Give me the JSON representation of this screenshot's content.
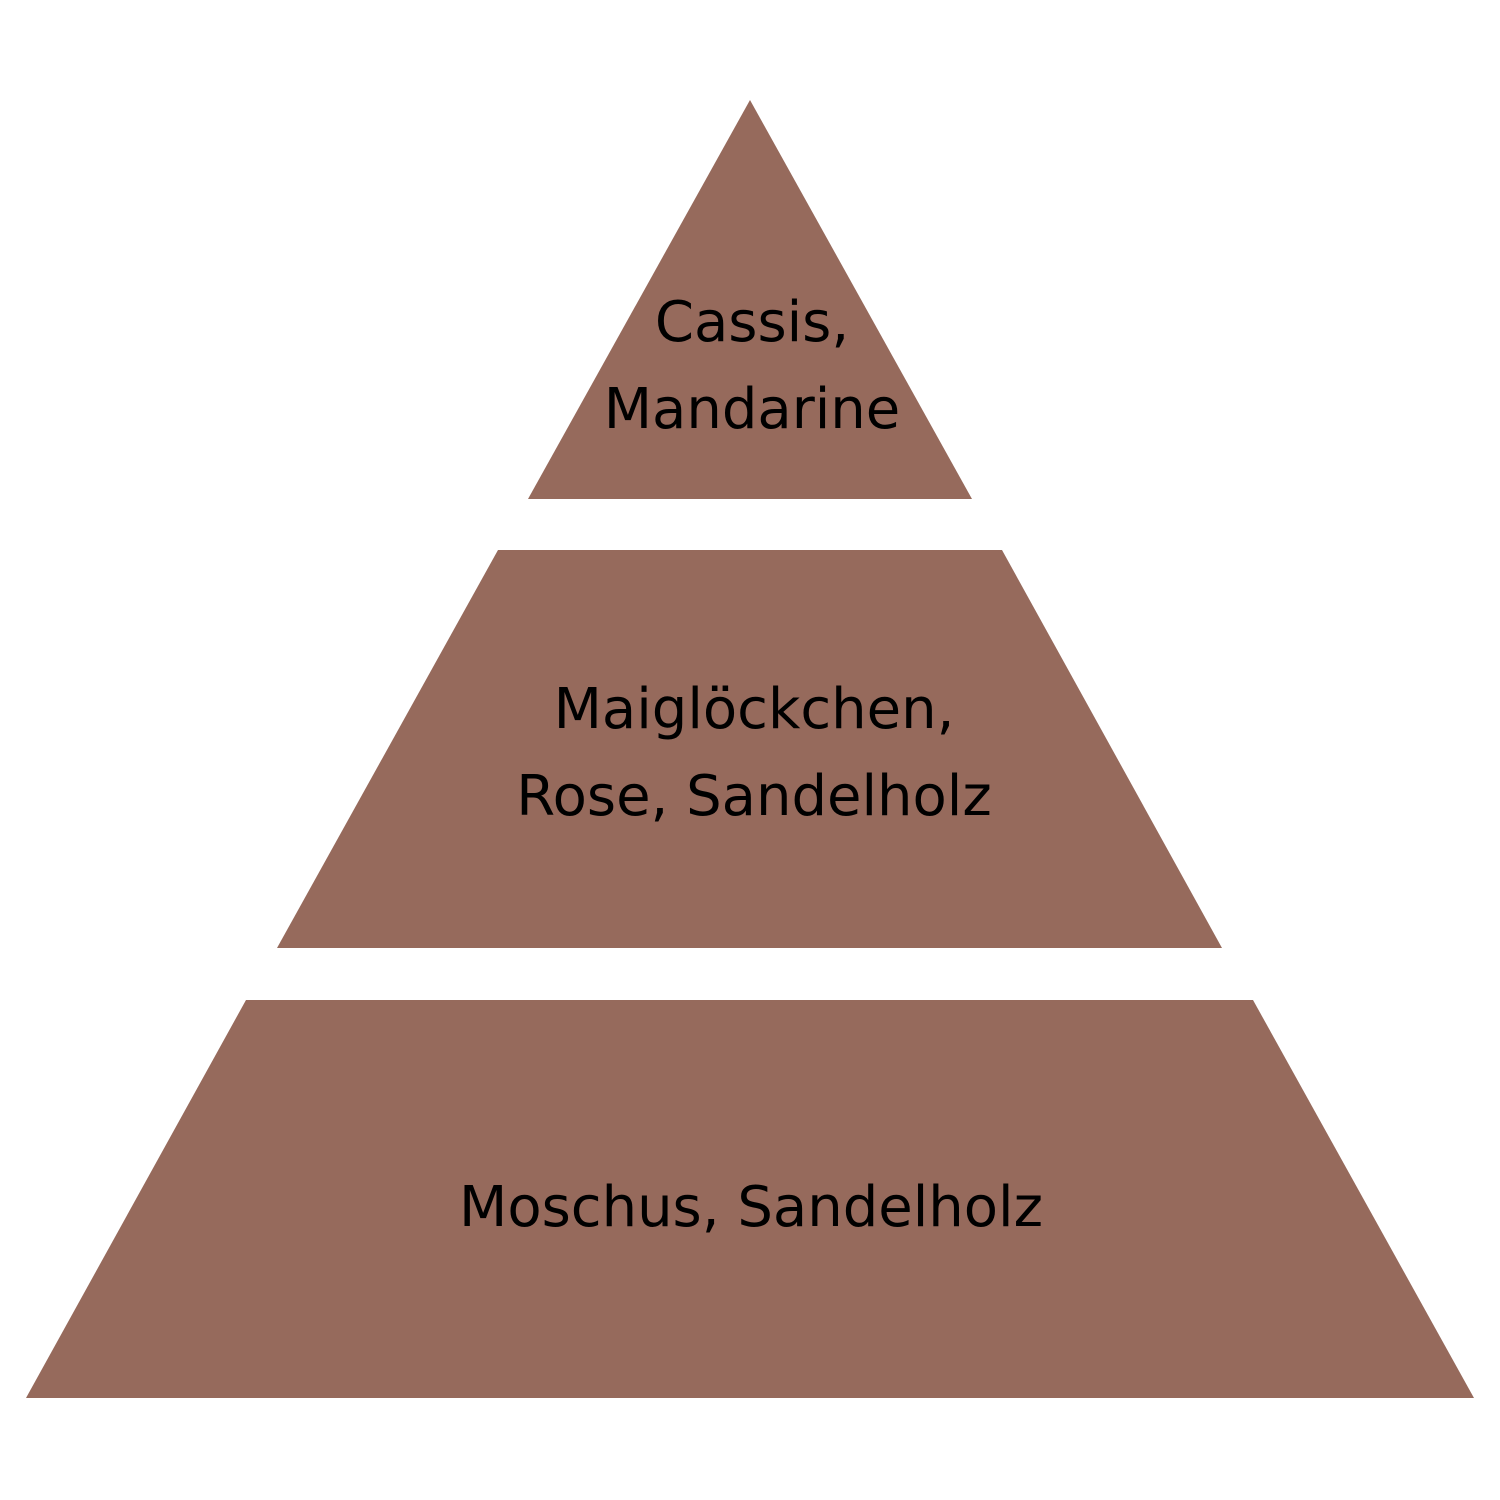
{
  "diagram": {
    "type": "pyramid",
    "fill_color": "#966a5c",
    "text_color": "#000000",
    "background": "#ffffff",
    "tiers": [
      {
        "lines": [
          "Cassis,",
          "Mandarine"
        ]
      },
      {
        "lines": [
          "Maiglöckchen,",
          "Rose, Sandelholz"
        ]
      },
      {
        "lines": [
          "Moschus, Sandelholz"
        ]
      }
    ]
  }
}
